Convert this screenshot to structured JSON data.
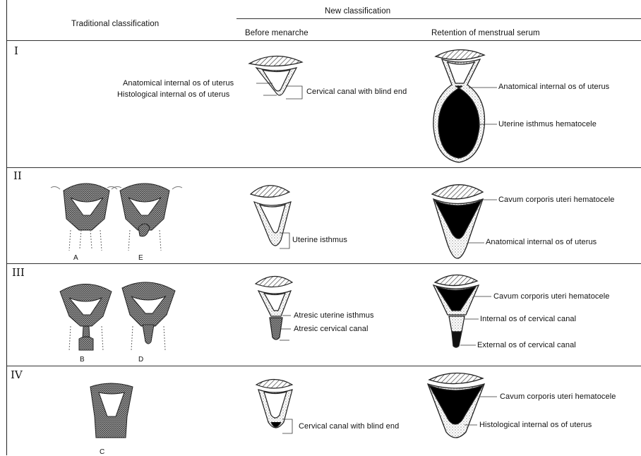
{
  "header": {
    "traditional": "Traditional classification",
    "new": "New classification",
    "before": "Before menarche",
    "retention": "Retention of menstrual serum"
  },
  "rows": [
    {
      "numeral": "I"
    },
    {
      "numeral": "II"
    },
    {
      "numeral": "III"
    },
    {
      "numeral": "IV"
    }
  ],
  "traditional_letters": [
    "A",
    "E",
    "B",
    "D",
    "C"
  ],
  "labels": {
    "r1": {
      "anat_os": "Anatomical internal os of uterus",
      "hist_os": "Histological internal os of uterus",
      "blind_end": "Cervical canal with blind end",
      "ret_anat_os": "Anatomical internal os of uterus",
      "isthmus_hema": "Uterine isthmus hematocele"
    },
    "r2": {
      "isthmus": "Uterine isthmus",
      "cavum": "Cavum corporis uteri hematocele",
      "anat_os": "Anatomical internal os of uterus"
    },
    "r3": {
      "atresic_isthmus": "Atresic uterine isthmus",
      "atresic_canal": "Atresic cervical canal",
      "cavum": "Cavum corporis uteri hematocele",
      "internal_os": "Internal os of cervical canal",
      "external_os": "External os of cervical canal"
    },
    "r4": {
      "blind_end": "Cervical canal with blind end",
      "cavum": "Cavum corporis uteri hematocele",
      "hist_os": "Histological internal os of uterus"
    }
  }
}
